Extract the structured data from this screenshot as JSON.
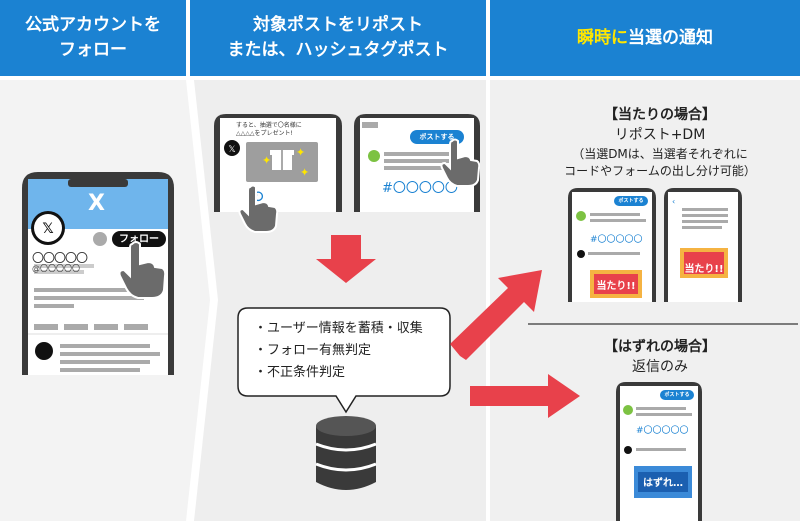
{
  "headers": {
    "step1": {
      "line1": "公式アカウントを",
      "line2": "フォロー"
    },
    "step2": {
      "line1": "対象ポストをリポスト",
      "line2": "または、ハッシュタグポスト"
    },
    "step3": {
      "highlight": "瞬時に",
      "rest": "当選の通知"
    }
  },
  "phone_follow": {
    "logo": "X",
    "follow_label": "フォロー",
    "name": "〇〇〇〇〇",
    "handle": "@〇〇〇〇〇"
  },
  "post_card": {
    "line1": "すると、抽選で〇名様に",
    "line2": "△△△△をプレゼント!"
  },
  "phone_post": {
    "button": "ポストする",
    "hashtag": "#〇〇〇〇〇"
  },
  "bubble": {
    "items": [
      "・ユーザー情報を蓄積・収集",
      "・フォロー有無判定",
      "・不正条件判定"
    ]
  },
  "win": {
    "title": "【当たりの場合】",
    "subtitle": "リポスト+DM",
    "note1": "（当選DMは、当選者それぞれに",
    "note2": "コードやフォームの出し分け可能）",
    "phone_button": "ポストする",
    "phone_hashtag": "#〇〇〇〇〇",
    "card_label": "当たり!!"
  },
  "lose": {
    "title": "【はずれの場合】",
    "subtitle": "返信のみ",
    "phone_button": "ポストする",
    "phone_hashtag": "#〇〇〇〇〇",
    "card_label": "はずれ…"
  },
  "colors": {
    "header_blue": "#1b82d2",
    "highlight": "#ffe600",
    "arrow_red": "#e8414b",
    "panel_gray": "#f0f0f0",
    "phone_dark": "#3a3a3a",
    "accent_green": "#7cc242"
  }
}
